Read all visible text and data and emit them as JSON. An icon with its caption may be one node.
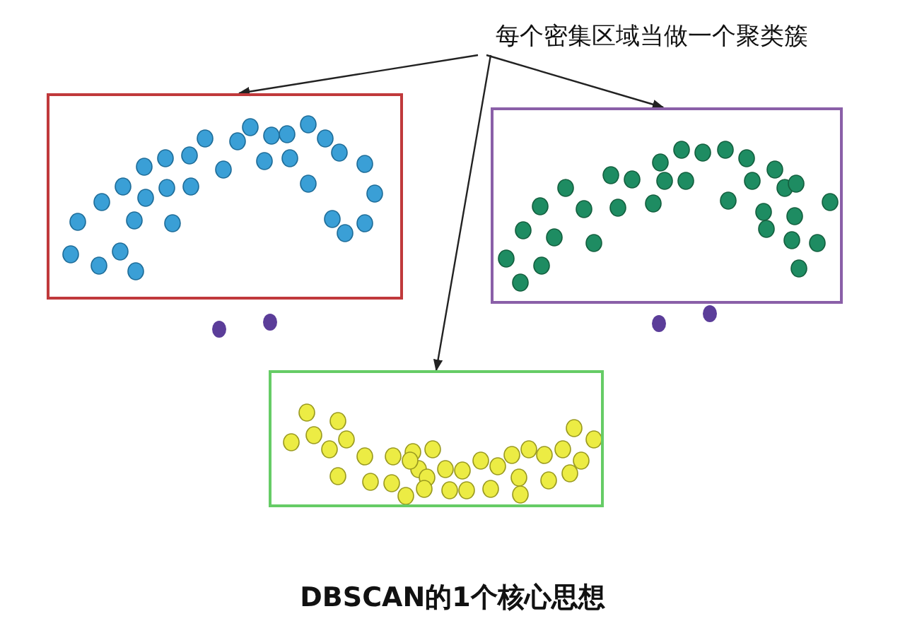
{
  "diagram": {
    "caption": "DBSCAN的1个核心思想",
    "nodes": [
      {
        "text": [
          "每个密集区域当做一个聚类簇"
        ]
      },
      {
        "text": [],
        "shape": "box"
      },
      {
        "text": [],
        "shape": "box"
      },
      {
        "text": [],
        "shape": "box"
      }
    ],
    "edges": [
      {
        "from": 0,
        "to": 1,
        "arrow": "to"
      },
      {
        "from": 0,
        "to": 2,
        "arrow": "to"
      },
      {
        "from": 0,
        "to": 3,
        "arrow": "to"
      }
    ]
  }
}
